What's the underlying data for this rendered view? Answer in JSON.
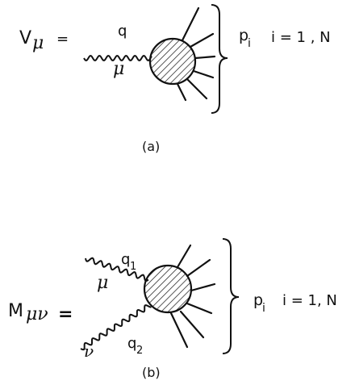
{
  "panel_a": {
    "lhs": "V",
    "lhs_index": "μ",
    "equals": "=",
    "photon_momentum": "q",
    "photon_index": "μ",
    "brace_label": "p",
    "brace_label_sub": "i",
    "range_text": "i = 1 , N",
    "caption": "(a)"
  },
  "panel_b": {
    "lhs": "M",
    "lhs_indices": "μν",
    "equals": "=",
    "photon1_momentum": "q",
    "photon1_sub": "1",
    "photon1_index": "μ",
    "photon2_momentum": "q",
    "photon2_sub": "2",
    "photon2_index": "ν",
    "brace_label": "p",
    "brace_label_sub": "i",
    "range_text": "i = 1, N",
    "caption": "(b)"
  },
  "colors": {
    "ink": "#111111",
    "paper": "#ffffff"
  }
}
